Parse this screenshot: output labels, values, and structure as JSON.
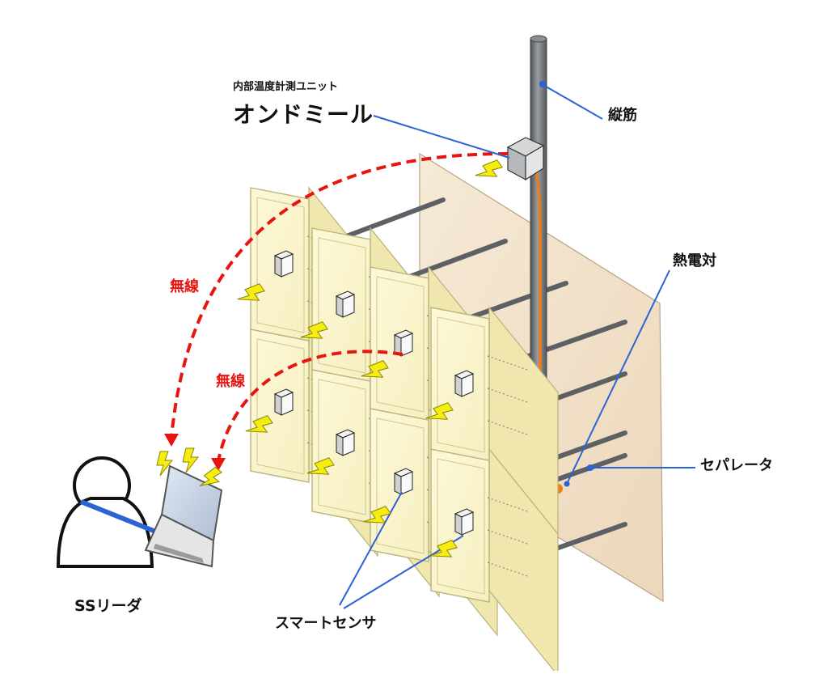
{
  "labels": {
    "unit_subtitle": "内部温度計測ユニット",
    "unit_name": "オンドミール",
    "rebar": "縦筋",
    "thermocouple": "熱電対",
    "separator": "セパレータ",
    "wireless": "無線",
    "reader": "SSリーダ",
    "smart_sensor": "スマートセンサ"
  },
  "colors": {
    "leader_line": "#2a63d6",
    "wireless_path": "#e8140f",
    "thermocouple": "#f07c14",
    "panel_face": "#fbf7cf",
    "panel_edge": "#c9c38e",
    "back_plate": "#f2e1c8",
    "rebar": "#6f7377",
    "lightning": "#f5ec10"
  },
  "icons": {
    "wireless_signal": "lightning-bolt-icon",
    "person": "person-icon",
    "laptop": "laptop-icon",
    "sensor": "sensor-box-icon"
  }
}
